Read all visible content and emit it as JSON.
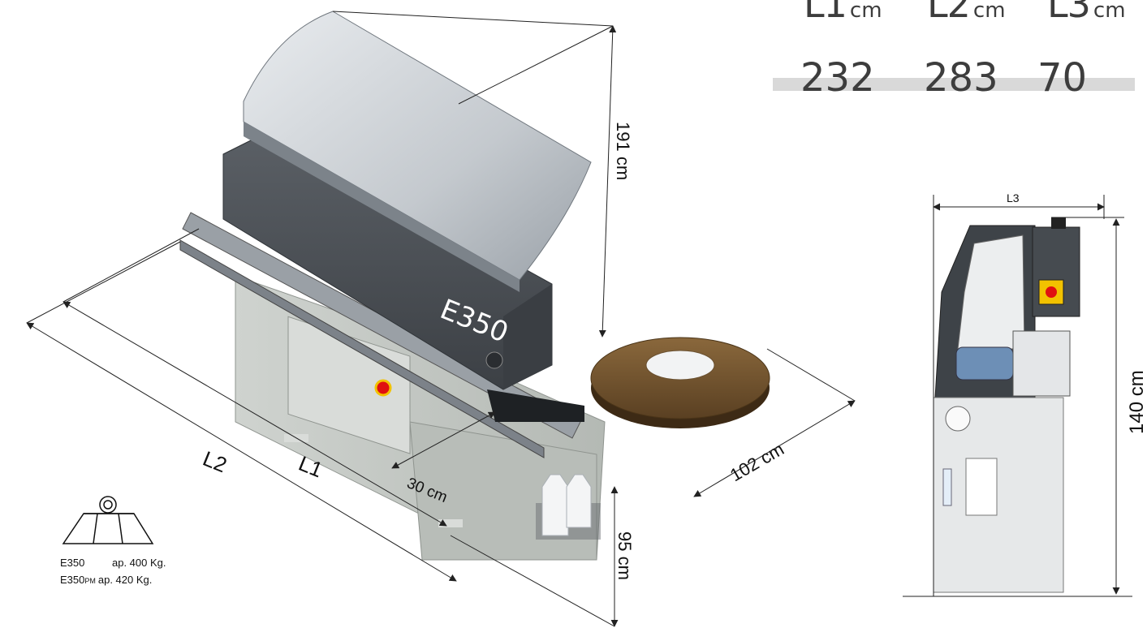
{
  "dimensions_table": {
    "headers": [
      {
        "label": "L1",
        "unit": "cm"
      },
      {
        "label": "L2",
        "unit": "cm"
      },
      {
        "label": "L3",
        "unit": "cm"
      }
    ],
    "values": [
      "232",
      "283",
      "70"
    ]
  },
  "diagram": {
    "height_label": "191 cm",
    "depth_label": "102 cm",
    "table_height_label": "95 cm",
    "offset_label": "30 cm",
    "l1_label": "L1",
    "l2_label": "L2",
    "machine_label": "E350"
  },
  "side_view": {
    "width_label": "L3",
    "height_label": "140 cm"
  },
  "weights": [
    {
      "model": "E350",
      "suffix": "",
      "weight": "ap. 400 Kg."
    },
    {
      "model": "E350",
      "suffix": "PM",
      "weight": "ap. 420 Kg."
    }
  ],
  "colors": {
    "machine_body": "#4a4f54",
    "cover": "#c8cdd2",
    "stand": "#c2c6c2",
    "turntable": "#7a5a32",
    "header_band": "#d9d9d9",
    "stop_button": "#e01010"
  }
}
